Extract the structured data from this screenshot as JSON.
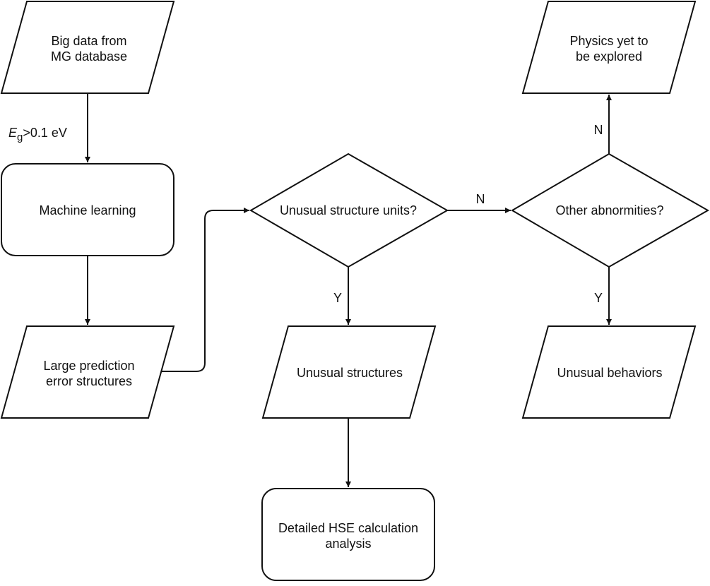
{
  "nodes": {
    "big_data": {
      "line1": "Big data from",
      "line2": "MG database"
    },
    "machine_learning": {
      "line1": "Machine learning"
    },
    "large_error": {
      "line1": "Large prediction",
      "line2": "error structures"
    },
    "unusual_units": {
      "line1": "Unusual structure units?"
    },
    "unusual_structures": {
      "line1": "Unusual structures"
    },
    "hse": {
      "line1": "Detailed HSE calculation",
      "line2": "analysis"
    },
    "other_abnormities": {
      "line1": "Other abnormities?"
    },
    "physics": {
      "line1": "Physics yet to",
      "line2": "be explored"
    },
    "unusual_behaviors": {
      "line1": "Unusual behaviors"
    }
  },
  "edges": {
    "filter_label": {
      "symbol": "E",
      "subscript": "g",
      "rest": ">0.1 eV"
    },
    "units_no": "N",
    "units_yes": "Y",
    "abnorm_no": "N",
    "abnorm_yes": "Y"
  }
}
